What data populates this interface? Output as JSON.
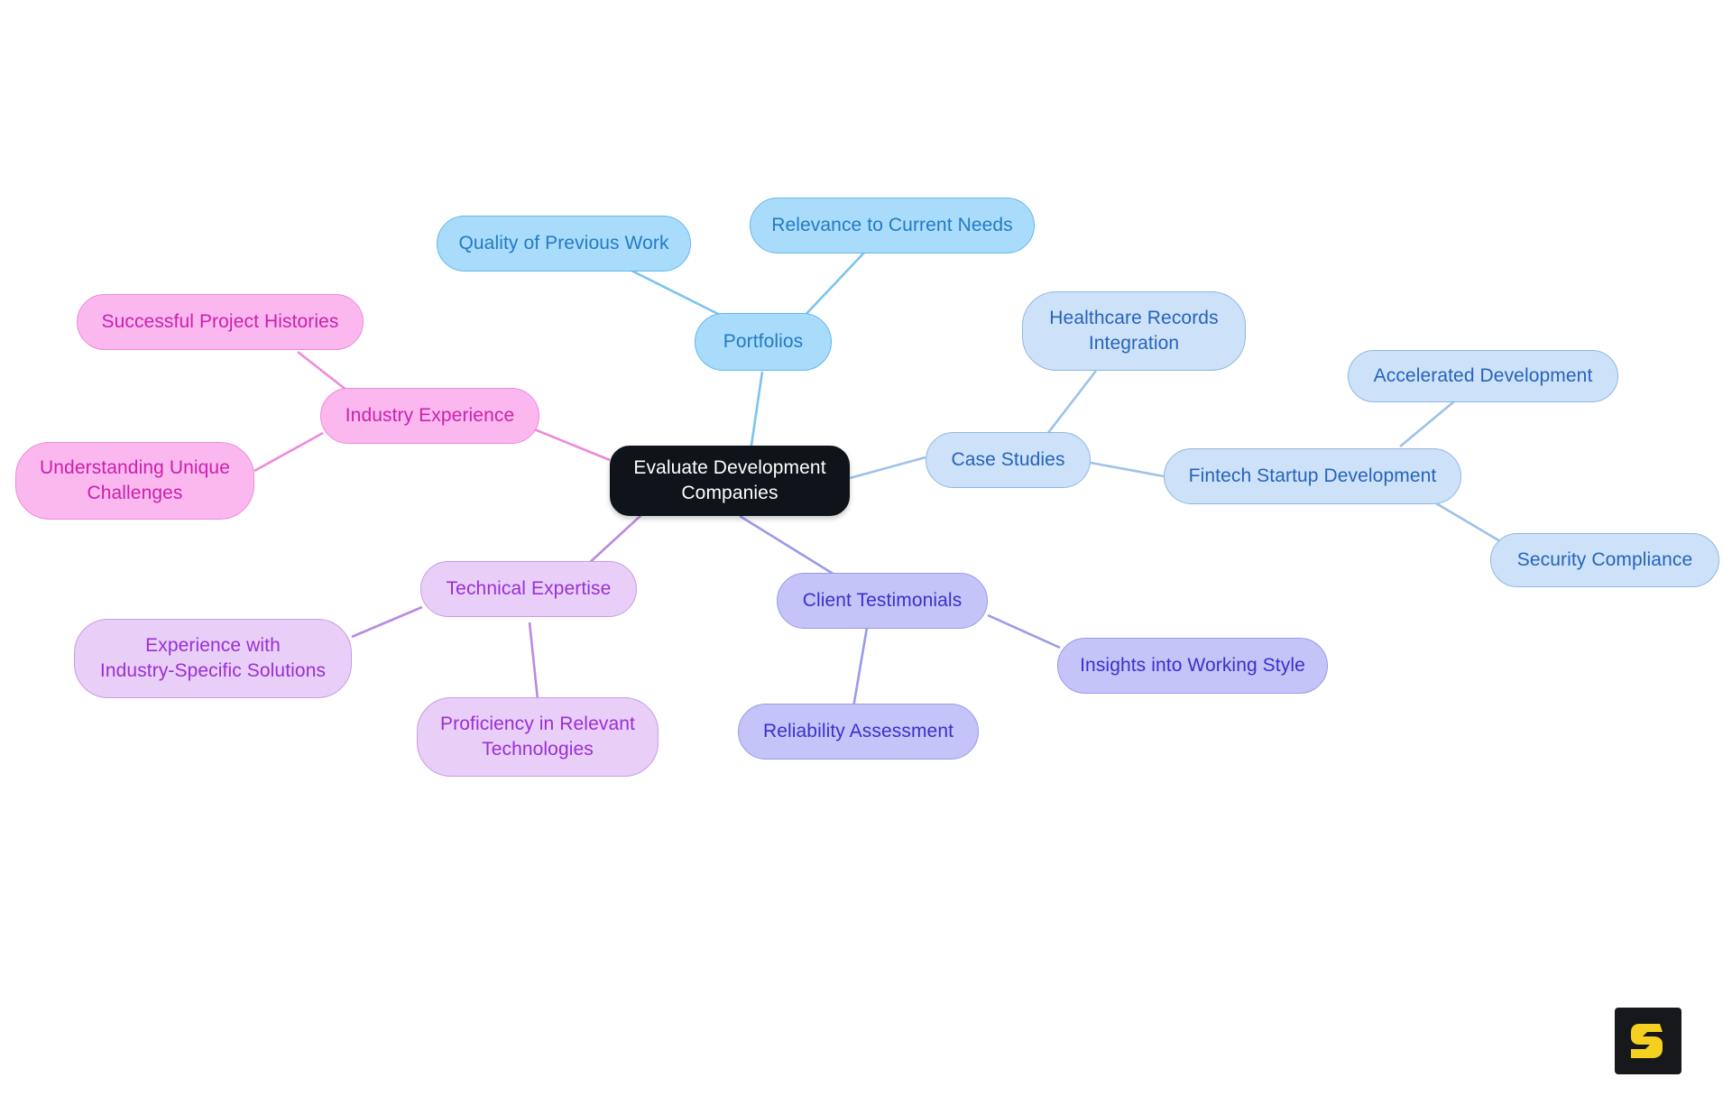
{
  "diagram": {
    "type": "mindmap",
    "background_color": "#ffffff",
    "title": "Evaluate Development Companies",
    "central_node": {
      "id": "root",
      "label": "Evaluate Development\nCompanies",
      "fill": "#0e1419",
      "text_color": "#ffffff"
    },
    "branches": [
      {
        "id": "portfolios",
        "label": "Portfolios",
        "color_name": "skyblue",
        "fill": "#a9dcfb",
        "border": "#63b8ec",
        "text_color": "#2479c4",
        "children": [
          {
            "id": "quality-of-previous-work",
            "label": "Quality of Previous Work"
          },
          {
            "id": "relevance-to-current-needs",
            "label": "Relevance to Current Needs"
          }
        ]
      },
      {
        "id": "case-studies",
        "label": "Case Studies",
        "color_name": "lightblue",
        "fill": "#cde2f8",
        "border": "#8fb7e3",
        "text_color": "#2663bb",
        "children": [
          {
            "id": "healthcare-records-integration",
            "label": "Healthcare Records\nIntegration"
          },
          {
            "id": "fintech-startup-development",
            "label": "Fintech Startup Development",
            "children": [
              {
                "id": "accelerated-development",
                "label": "Accelerated Development"
              },
              {
                "id": "security-compliance",
                "label": "Security Compliance"
              }
            ]
          }
        ]
      },
      {
        "id": "industry-experience",
        "label": "Industry Experience",
        "color_name": "pink",
        "fill": "#fbb8ef",
        "border": "#ef89da",
        "text_color": "#cc1fae",
        "children": [
          {
            "id": "successful-project-histories",
            "label": "Successful Project Histories"
          },
          {
            "id": "understanding-unique-challenges",
            "label": "Understanding Unique\nChallenges"
          }
        ]
      },
      {
        "id": "technical-expertise",
        "label": "Technical Expertise",
        "color_name": "lavender",
        "fill": "#e9cff7",
        "border": "#c79ce6",
        "text_color": "#9a2fd6",
        "children": [
          {
            "id": "experience-with-industry-specific-solutions",
            "label": "Experience with\nIndustry-Specific Solutions"
          },
          {
            "id": "proficiency-in-relevant-technologies",
            "label": "Proficiency in Relevant\nTechnologies"
          }
        ]
      },
      {
        "id": "client-testimonials",
        "label": "Client Testimonials",
        "color_name": "periwinkle",
        "fill": "#c4c4f8",
        "border": "#9a9aea",
        "text_color": "#3a31cc",
        "children": [
          {
            "id": "reliability-assessment",
            "label": "Reliability Assessment"
          },
          {
            "id": "insights-into-working-style",
            "label": "Insights into Working Style"
          }
        ]
      }
    ]
  },
  "nodes": {
    "root": "Evaluate Development\nCompanies",
    "portfolios": "Portfolios",
    "quality_of_previous_work": "Quality of Previous Work",
    "relevance_to_current_needs": "Relevance to Current Needs",
    "case_studies": "Case Studies",
    "healthcare_records_integration": "Healthcare Records\nIntegration",
    "fintech_startup_development": "Fintech Startup Development",
    "accelerated_development": "Accelerated Development",
    "security_compliance": "Security Compliance",
    "industry_experience": "Industry Experience",
    "successful_project_histories": "Successful Project Histories",
    "understanding_unique_challenges": "Understanding Unique\nChallenges",
    "technical_expertise": "Technical Expertise",
    "experience_with_industry_specific_solutions": "Experience with\nIndustry-Specific Solutions",
    "proficiency_in_relevant_technologies": "Proficiency in Relevant\nTechnologies",
    "client_testimonials": "Client Testimonials",
    "reliability_assessment": "Reliability Assessment",
    "insights_into_working_style": "Insights into Working Style"
  },
  "watermark": {
    "icon": "logo-s-icon",
    "glyph_color": "#f5d020",
    "background_color": "#17181c"
  }
}
